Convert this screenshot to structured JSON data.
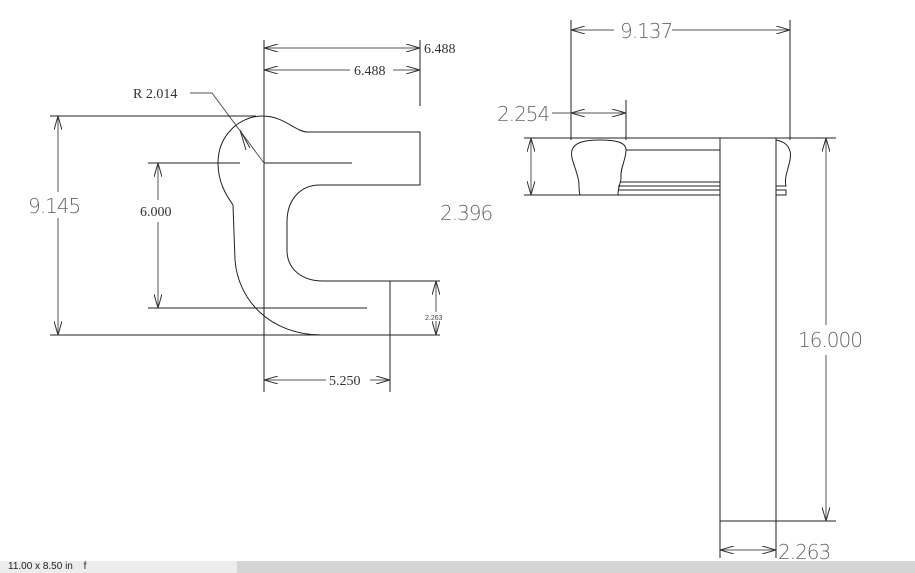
{
  "drawing": {
    "left_view": {
      "dim_top_outer": "6.488",
      "dim_top_inner": "6.488",
      "radius_label": "R 2.014",
      "dim_height": "9.145",
      "dim_inner_height": "6.000",
      "dim_thickness": "2.396",
      "dim_small": "2.263",
      "dim_bottom": "5.250"
    },
    "right_view": {
      "dim_width": "9.137",
      "dim_rail": "2.254",
      "dim_height": "16.000",
      "dim_post": "2.263"
    }
  },
  "status_bar": {
    "paper_size": "11.00 x 8.50 in",
    "field2": "f"
  }
}
